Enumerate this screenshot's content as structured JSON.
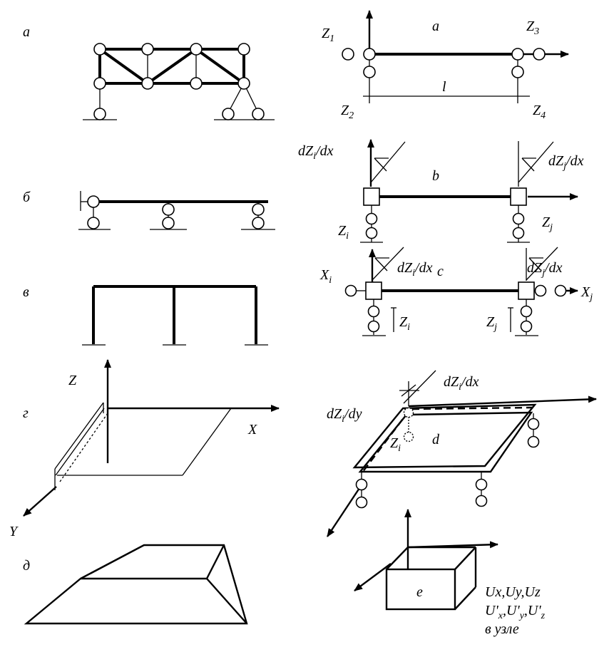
{
  "left": {
    "a": "а",
    "b": "б",
    "v": "в",
    "g": "г",
    "d": "д",
    "Z": "Z",
    "X": "X",
    "Y": "Y"
  },
  "right": {
    "a": {
      "label": "a",
      "z1_main": "Z",
      "z1_sub": "1",
      "z2_main": "Z",
      "z2_sub": "2",
      "z3_main": "Z",
      "z3_sub": "3",
      "z4_main": "Z",
      "z4_sub": "4",
      "l": "l"
    },
    "b": {
      "label": "b",
      "dzi_a": "dZ",
      "dzi_sub": "i",
      "dzi_b": "/dx",
      "dzj_a": "dZ",
      "dzj_sub": "j",
      "dzj_b": "/dx",
      "zi_main": "Z",
      "zi_sub": "i",
      "zj_main": "Z",
      "zj_sub": "j"
    },
    "c": {
      "label": "c",
      "dzi_a": "dZ",
      "dzi_sub": "i",
      "dzi_b": "/dx",
      "dzj_a": "dZ",
      "dzj_sub": "j",
      "dzj_b": "/dx",
      "xi_main": "X",
      "xi_sub": "i",
      "xj_main": "X",
      "xj_sub": "j",
      "zi_main": "Z",
      "zi_sub": "i",
      "zj_main": "Z",
      "zj_sub": "j"
    },
    "d": {
      "label": "d",
      "dzx_a": "dZ",
      "dzx_sub": "i",
      "dzx_b": "/dx",
      "dzy_a": "dZ",
      "dzy_sub": "i",
      "dzy_b": "/dy",
      "zi_main": "Z",
      "zi_sub": "i"
    },
    "e": {
      "label": "e",
      "line1": "Ux,Uy,Uz",
      "line2_a": "U'",
      "line2_sx": "x",
      "line2_b": ",U'",
      "line2_sy": "y",
      "line2_c": ",U'",
      "line2_sz": "z",
      "line3": "в узле"
    }
  }
}
